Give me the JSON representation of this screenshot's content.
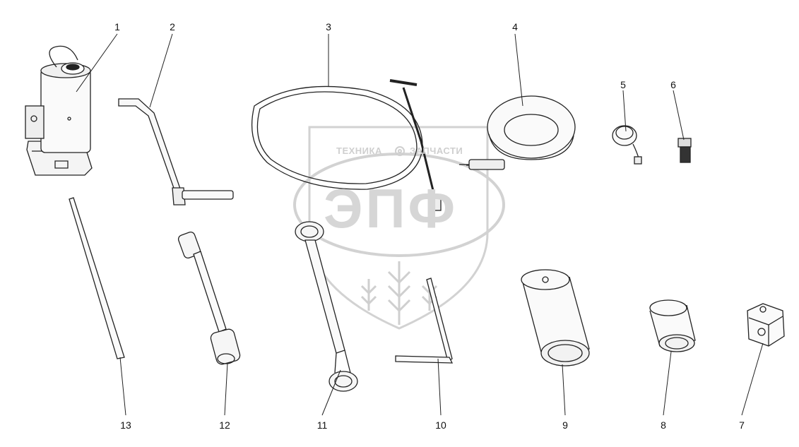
{
  "watermark": {
    "line1": "ТЕХНИКА",
    "line2": "ЗАПЧАСТИ",
    "logo": "ЭПФ"
  },
  "labels": {
    "p1": "1",
    "p2": "2",
    "p3": "3",
    "p4": "4",
    "p5": "5",
    "p6": "6",
    "p7": "7",
    "p8": "8",
    "p9": "9",
    "p10": "10",
    "p11": "11",
    "p12": "12",
    "p13": "13"
  }
}
